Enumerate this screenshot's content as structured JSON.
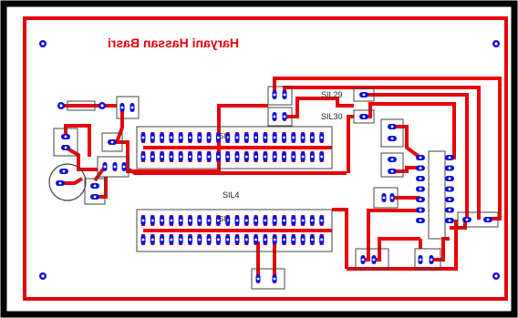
{
  "board": {
    "title": "Haryani Hassan  Basri",
    "labels": {
      "sil29": "SIL29",
      "sil30": "SIL30",
      "sil4": "SIL4",
      "sil_upper": "SIL",
      "sil_lower": "SIL"
    }
  },
  "colors": {
    "frame": "#000000",
    "board_bg": "#ffffff",
    "trace": "#e8000b",
    "pad": "#1010d8",
    "pad_hole": "#ffffff",
    "silk": "#333333"
  }
}
